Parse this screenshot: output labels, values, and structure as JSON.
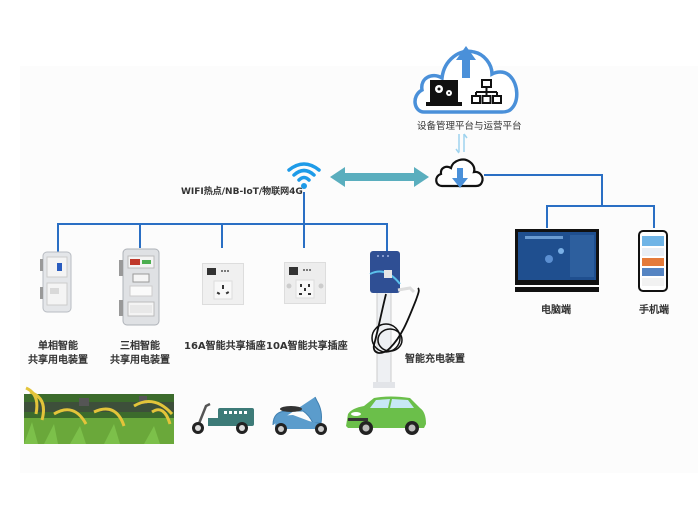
{
  "platform": {
    "label": "设备管理平台与运营平台",
    "icons": [
      "cloud-upload-icon",
      "laptop-gear-icon",
      "network-hierarchy-icon"
    ]
  },
  "network": {
    "label": "WIFI热点/NB-IoT/物联网4G",
    "icons": [
      "wifi-icon",
      "bidirectional-arrow-icon",
      "cloud-download-icon"
    ]
  },
  "devices": [
    {
      "line1": "单相智能",
      "line2": "共享用电装置"
    },
    {
      "line1": "三相智能",
      "line2": "共享用电装置"
    },
    {
      "line1": "16A智能共享插座"
    },
    {
      "line1": "10A智能共享插座"
    },
    {
      "line1": "智能充电装置"
    }
  ],
  "clients": [
    {
      "label": "电脑端"
    },
    {
      "label": "手机端"
    }
  ],
  "scenes": [
    "farmland",
    "electric-tricycle",
    "scooter",
    "electric-car"
  ],
  "colors": {
    "wire": "#2a6fc4",
    "cloud": "#4a90d9",
    "teal_arrow": "#5aaebe",
    "charger_blue": "#2f4f94"
  }
}
